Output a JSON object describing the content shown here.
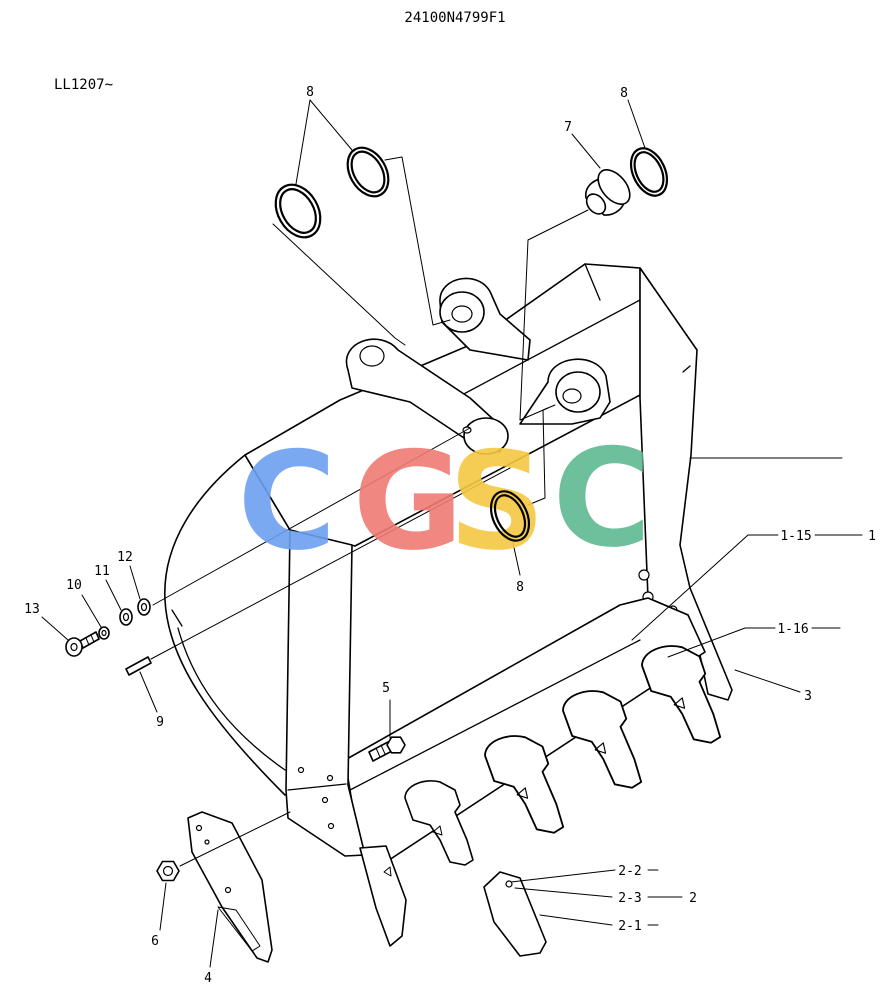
{
  "header": {
    "title": "24100N4799F1",
    "serial_range": "LL1207~"
  },
  "callouts": {
    "ring_top_left": "8",
    "ring_top_right": "8",
    "bushing": "7",
    "ring_middle": "8",
    "assembly": "1",
    "part_1_15": "1-15",
    "part_1_16": "1-16",
    "part_3": "3",
    "assembly_2": "2",
    "part_2_2": "2-2",
    "part_2_3": "2-3",
    "part_2_1": "2-1",
    "part_5": "5",
    "part_6": "6",
    "part_4": "4",
    "part_9": "9",
    "part_10": "10",
    "part_11": "11",
    "part_12": "12",
    "part_13": "13"
  },
  "watermark": {
    "letters": [
      "C",
      "G",
      "S",
      "C"
    ],
    "colors": [
      "#6c9ff0",
      "#f07b74",
      "#f5c843",
      "#5fba92"
    ]
  },
  "colors": {
    "line": "#000000",
    "background": "#ffffff"
  }
}
